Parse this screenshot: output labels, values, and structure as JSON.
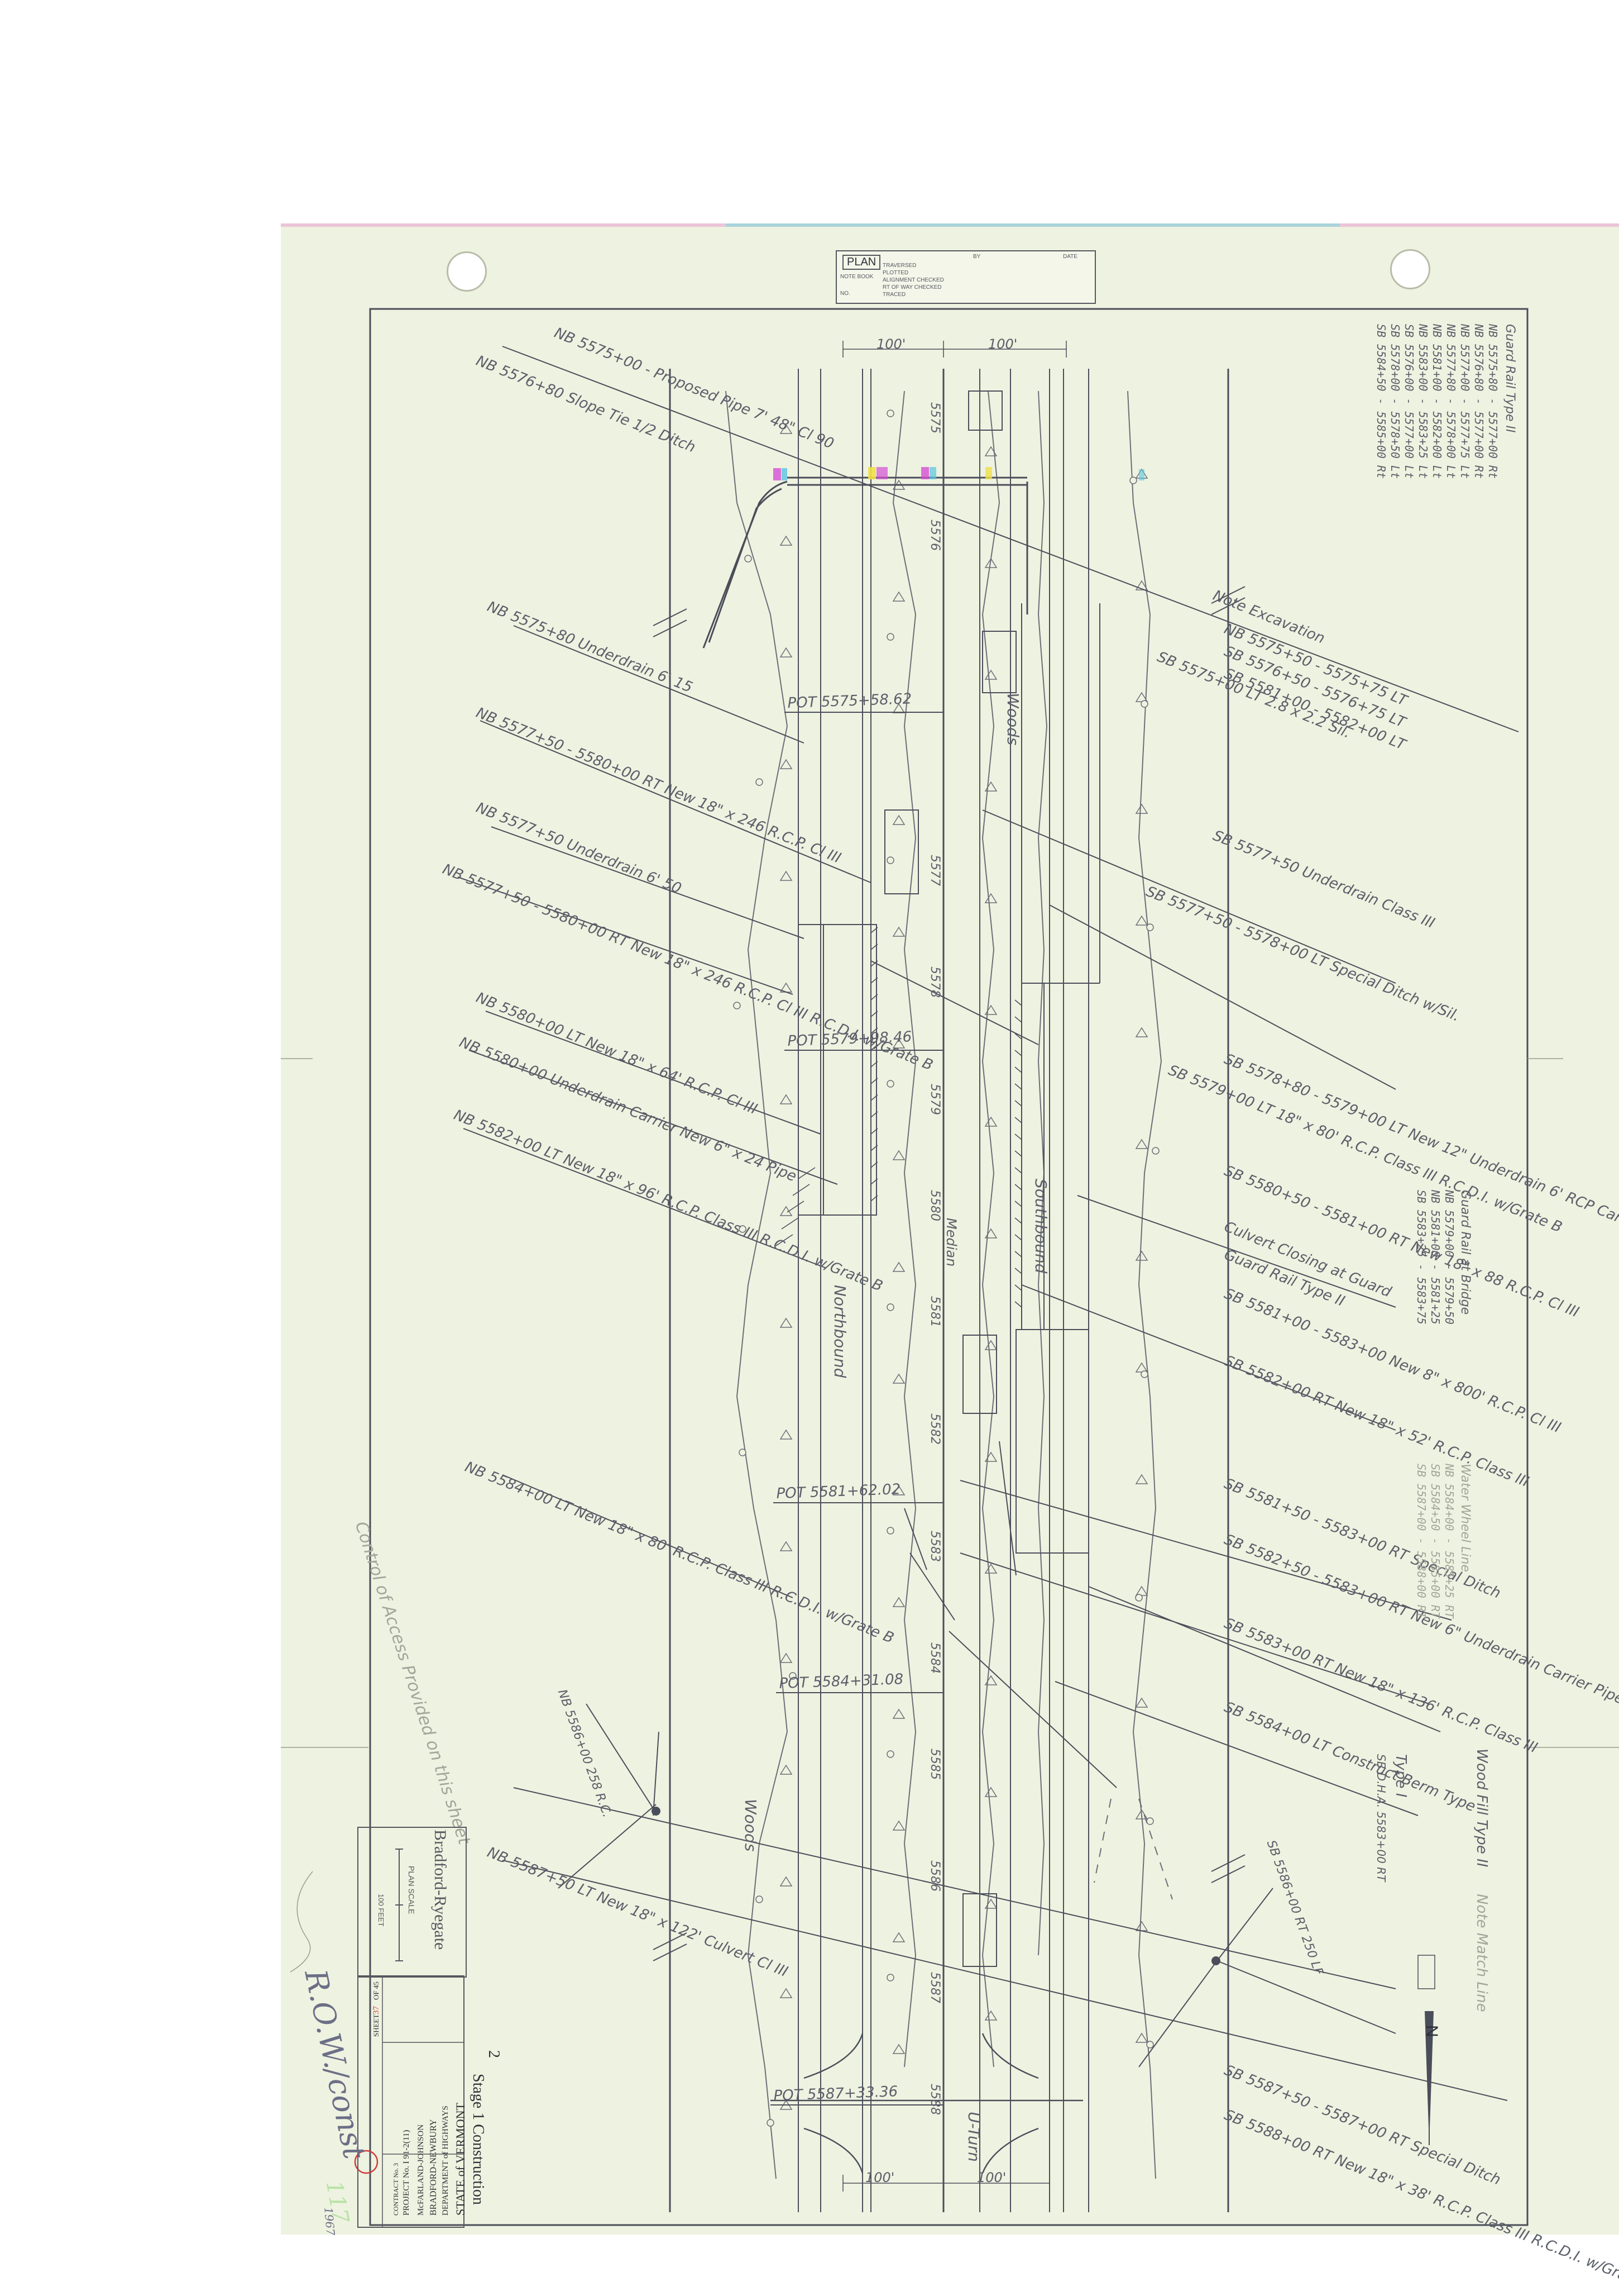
{
  "plan_stamp": {
    "label": "PLAN",
    "col_by": "BY",
    "col_date": "DATE",
    "row_note_book": "NOTE BOOK",
    "row_no": "NO.",
    "rows": [
      "TRAVERSED",
      "PLOTTED",
      "ALIGNMENT CHECKED",
      "RT OF WAY CHECKED",
      "TRACED"
    ]
  },
  "title_block": {
    "stage_number": "2",
    "stage_title": "Stage 1 Construction",
    "state": "STATE of VERMONT",
    "department": "DEPARTMENT of HIGHWAYS",
    "project_area": "BRADFORD-NEWBURY",
    "engineer": "McFARLAND-JOHNSON",
    "project_no": "PROJECT No. I 91-2(11)",
    "contract_no": "CONTRACT No. 3",
    "sheet_label": "SHEET",
    "sheet_number": "37",
    "sheet_of": "OF 45",
    "route": "Bradford-Ryegate",
    "scale_label": "PLAN    SCALE",
    "scale_units": "100 FEET"
  },
  "stations": {
    "pot_labels": [
      "POT 5575+58.62",
      "POT 5579+98.46",
      "POT 5581+62.02",
      "POT 5584+31.08",
      "POT 5587+33.36"
    ],
    "offsets": [
      "100'",
      "100'"
    ],
    "station_marks": [
      "5575",
      "5576",
      "5577",
      "5578",
      "5579",
      "5580",
      "5581",
      "5582",
      "5583",
      "5584",
      "5585",
      "5586",
      "5587",
      "5588"
    ]
  },
  "roadway_labels": {
    "northbound": "Northbound",
    "southbound": "Southbound",
    "woods": "Woods",
    "u_turn": "U-Turn",
    "median": "Median"
  },
  "left_notes": [
    "NB 5575+00 - Proposed Pipe 7' 48\" Cl 90",
    "NB 5576+80 Slope Tie 1/2 Ditch",
    "NB 5575+80 Underdrain 6' 15",
    "NB 5577+50 - 5580+00 RT New 18\" x 246 R.C.P. Cl III",
    "NB 5577+50 Underdrain 6' 50",
    "NB 5577+50 - 5580+00 RT New 18\" x 246 R.C.P. Cl III R.C.D.I. w/Grate B",
    "NB 5580+00 LT New 18\" x 64' R.C.P. Cl III",
    "NB 5580+00 Underdrain Carrier New 6\" x 24 Pipe",
    "NB 5582+00 LT New 18\" x 96' R.C.P. Class III R.C.D.I. w/Grate B",
    "NB 5584+00 LT New 18\" x 80' R.C.P. Class III R.C.D.I. w/Grate B",
    "NB 5586+00 258 R.C.",
    "NB 5587+50 LT New 18\" x 122' Culvert Cl III"
  ],
  "right_notes": [
    "Note Excavation",
    "NB 5575+50 - 5575+75 LT",
    "SB 5576+50 - 5576+75 LT",
    "SB 5581+00 - 5582+00 LT",
    "SB 5577+50 Underdrain Class III",
    "SB 5575+00 LT 2.8 x 2.2 Sil.",
    "SB 5577+50 - 5578+00 LT Special Ditch w/Sil.",
    "SB 5578+80 - 5579+00 LT New 12\" Underdrain 6' RCP Carrier Pipe",
    "SB 5579+00 LT 18\" x 80' R.C.P. Class III R.C.D.I. w/Grate B",
    "SB 5580+50 - 5581+00 RT New 18\" x 88 R.C.P. Cl III",
    "Culvert Closing at Guard",
    "Guard Rail Type II",
    "SB 5581+00 - 5583+00 New 8\" x 800' R.C.P. Cl III",
    "SB 5582+00 RT New 18\" x 52' R.C.P. Class III",
    "SB 5581+50 - 5583+00 RT Special Ditch",
    "SB 5582+50 - 5583+00 RT New 6\" Underdrain Carrier Pipe",
    "SB 5583+00 RT New 18\" x 136' R.C.P. Class III",
    "SB 5584+00 LT Construct Berm Type",
    "SB 5586+00 RT 250 LF",
    "SB 5587+50 - 5587+00 RT Special Ditch",
    "SB 5588+00 RT New 18\" x 38' R.C.P. Class III R.C.D.I. w/Grate B",
    "Wood Fill Type II",
    "Type I",
    "SB D.H.A. 5583+00 RT",
    "Note Match Line"
  ],
  "top_right_table": [
    "Guard Rail Type II",
    "NB 5575+80 - 5577+00 Rt",
    "NB 5576+80 - 5577+00 Rt",
    "NB 5577+00 - 5577+75 Lt",
    "NB 5577+80 - 5578+00 Lt",
    "NB 5581+00 - 5582+00 Lt",
    "NB 5583+00 - 5583+25 Lt",
    "SB 5576+00 - 5577+00 Lt",
    "SB 5578+00 - 5578+50 Lt",
    "SB 5584+50 - 5585+00 Rt"
  ],
  "mid_right_table": [
    "Guard Rail at Bridge",
    "NB 5579+00 - 5579+50",
    "NB 5581+00 - 5581+25",
    "SB 5583+25 - 5583+75"
  ],
  "water_table": [
    "Water Wheel Line",
    "NB 5584+00 - 5585+25 RT",
    "SB 5584+50 - 5585+00 RT",
    "SB 5587+00 - 5588+00 RT"
  ],
  "left_margin_note": "Control of Access Provided on this sheet",
  "handwritten": {
    "rdw_const": "R.O.W./const",
    "sheet_count": "117",
    "date_mark": "1967"
  },
  "colors": {
    "sheet": "#eef2e0",
    "ink": "#4a4e5a",
    "faint_ink": "#9aa08e",
    "highlight_magenta": "#d44fd4",
    "highlight_yellow": "#efe04a",
    "highlight_cyan": "#59c4e0",
    "red_circle": "#d23c3c"
  },
  "icons": {
    "north_arrow": "north-arrow-icon",
    "binder_hole": "binder-hole-icon"
  }
}
